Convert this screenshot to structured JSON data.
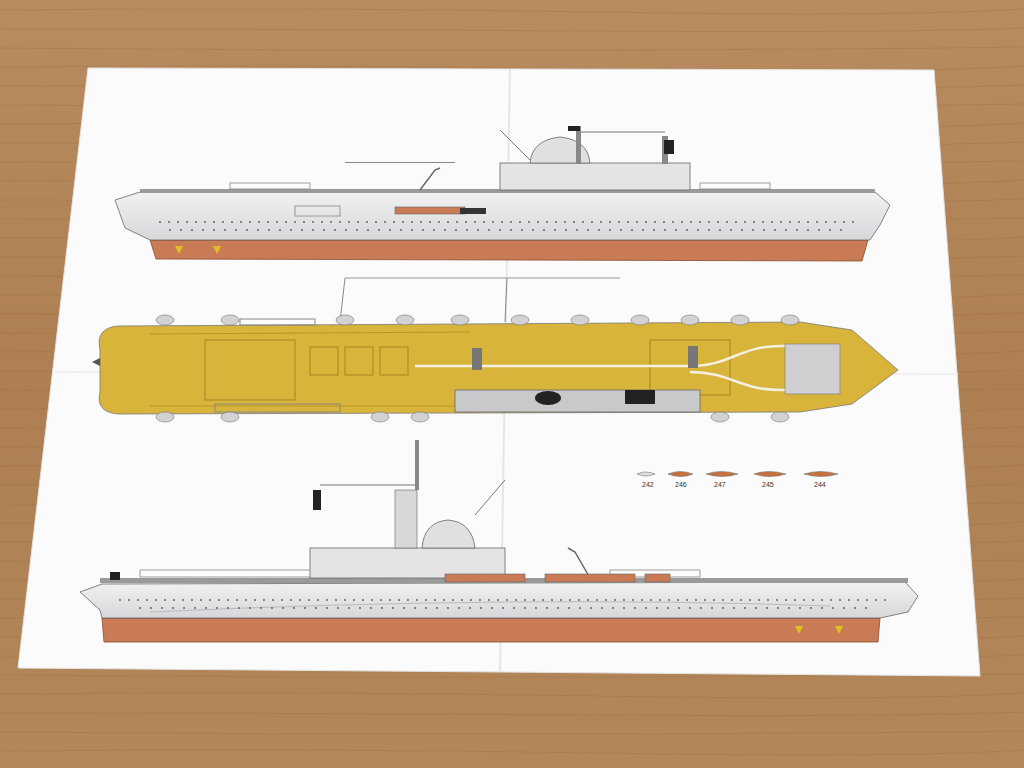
{
  "diagram": {
    "labels": [
      "242",
      "246",
      "247",
      "245",
      "244"
    ]
  }
}
